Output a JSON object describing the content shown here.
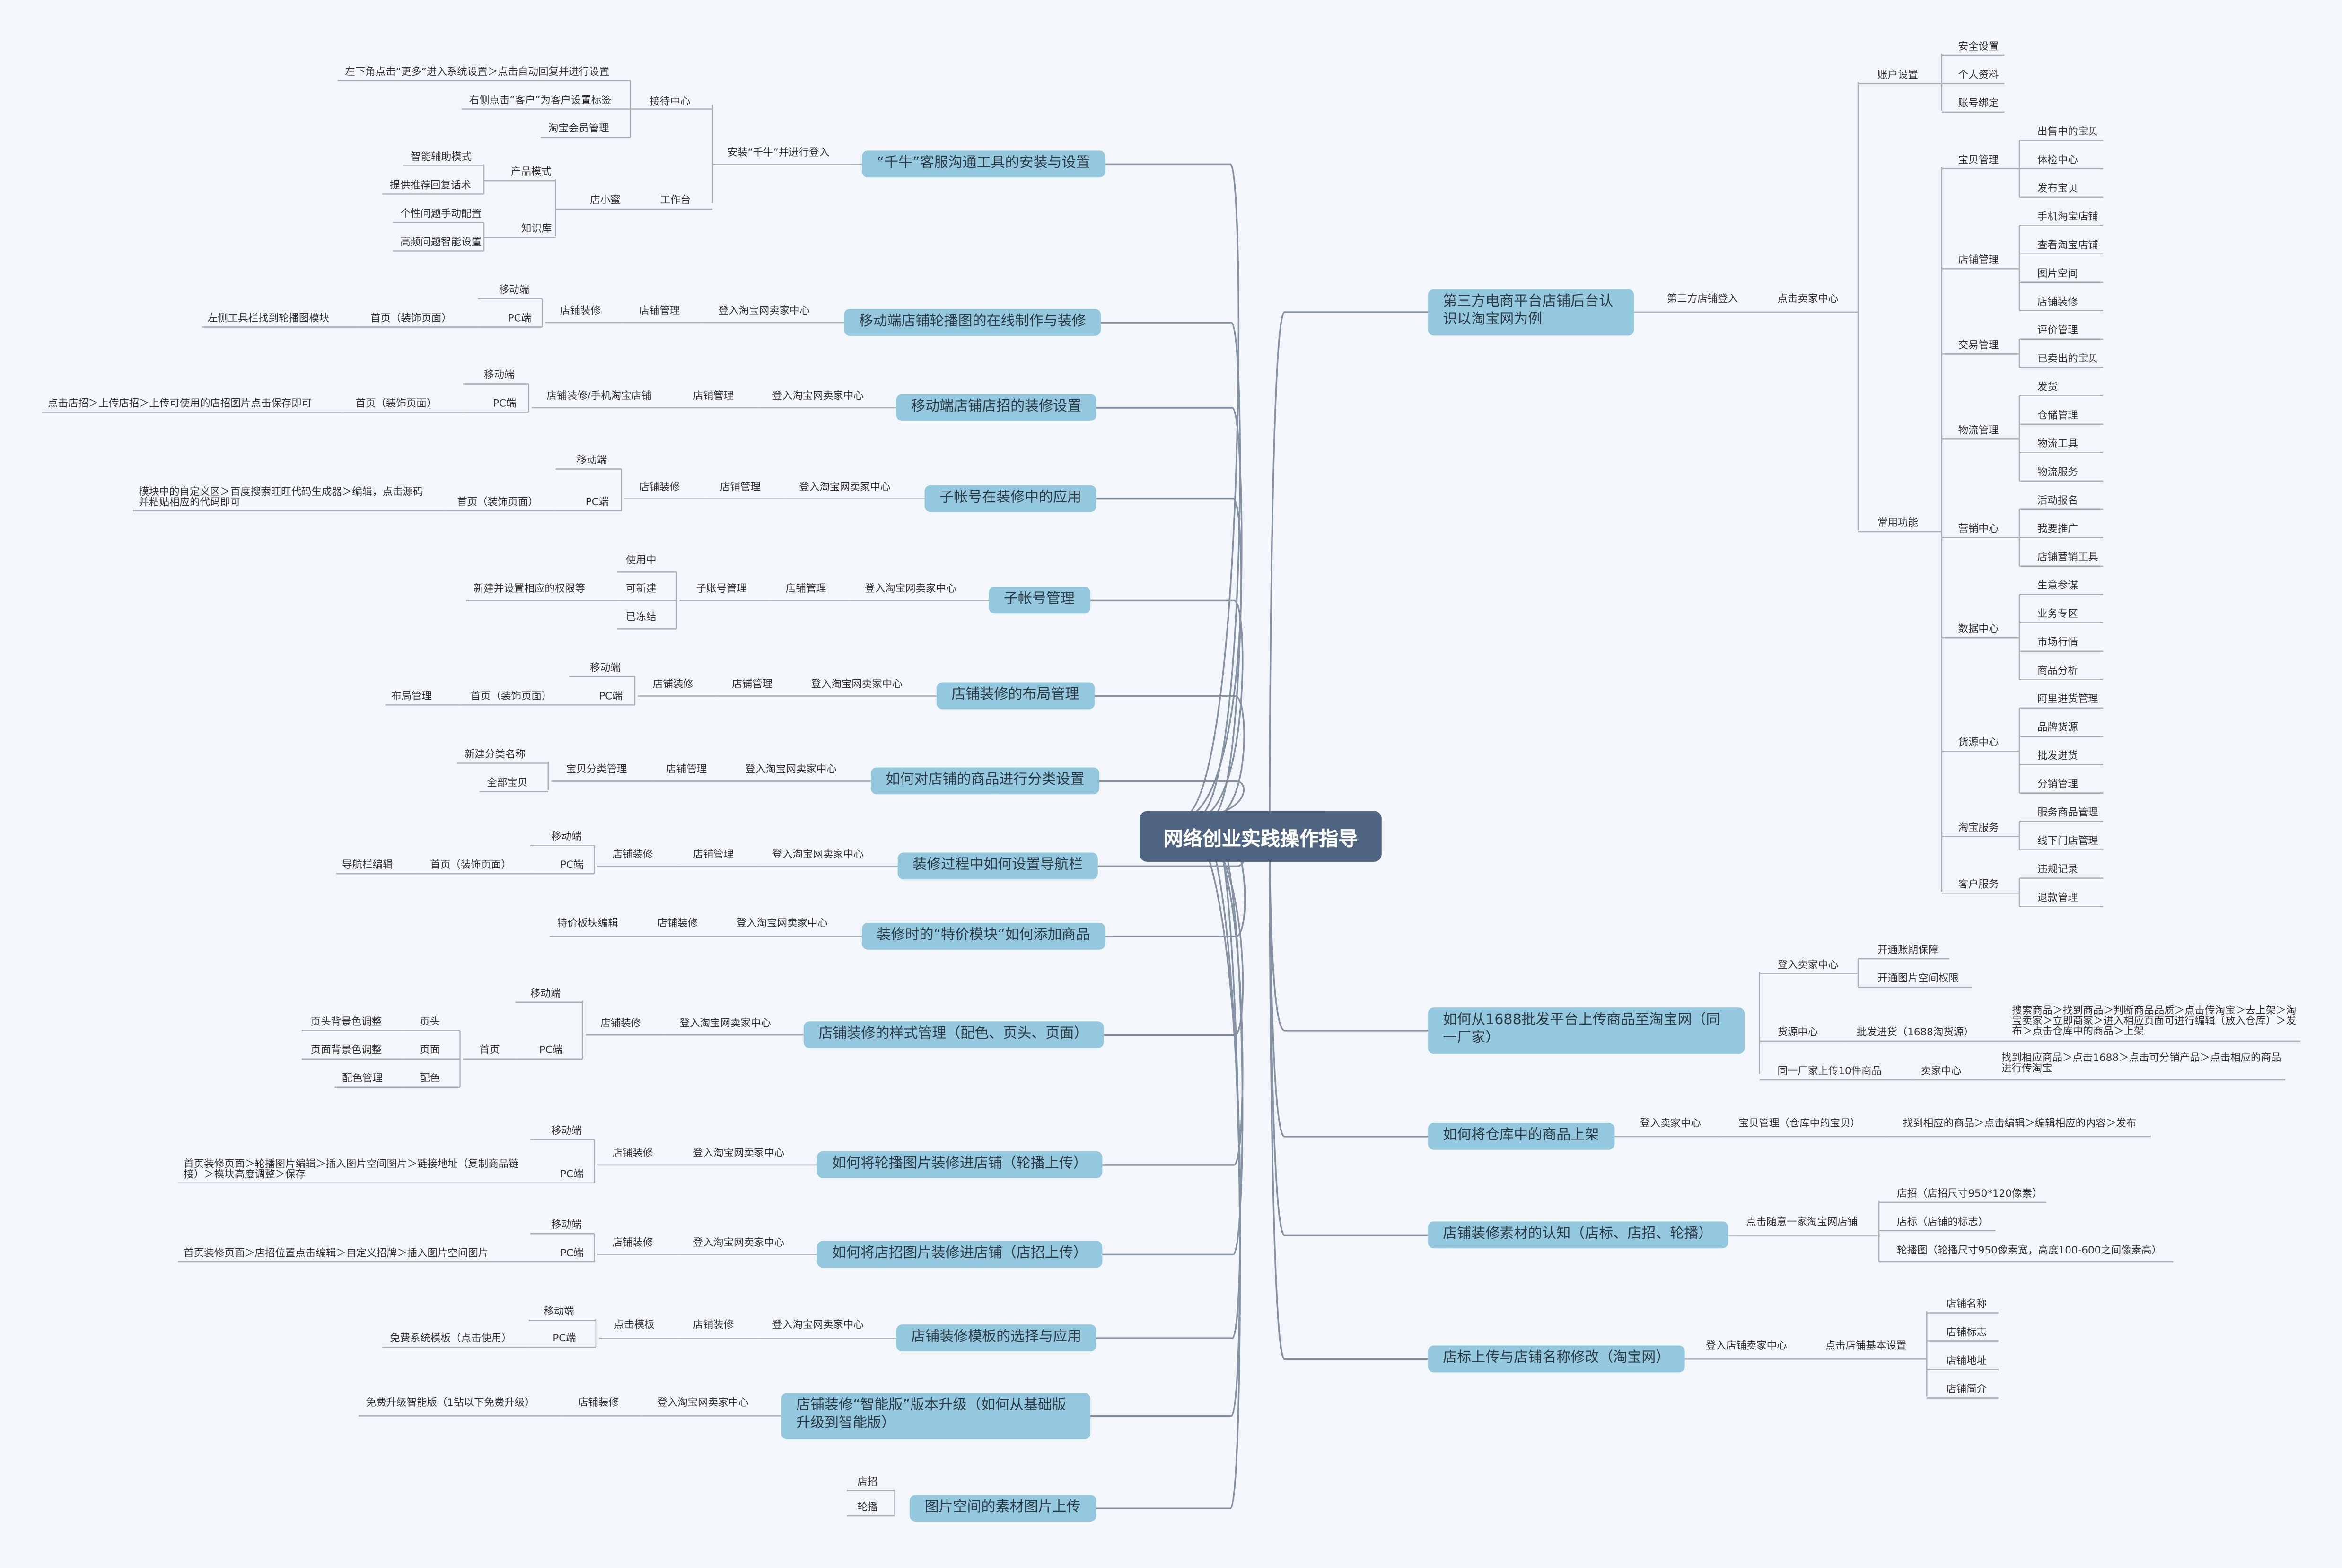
{
  "central_topic": "网络创业实践操作指导",
  "branches": {
    "qianniu": {
      "topic": "“千牛”客服沟通工具的安装与设置",
      "install": "安装“千牛”并进行登入",
      "reception": "接待中心",
      "r1": "左下角点击“更多”进入系统设置＞点击自动回复并进行设置",
      "r2": "右侧点击“客户”为客户设置标签",
      "r3": "淘宝会员管理",
      "workbench": "工作台",
      "xiaomi": "店小蜜",
      "mode": "产品模式",
      "m1": "智能辅助模式",
      "m2": "提供推荐回复话术",
      "kb": "知识库",
      "k1": "个性问题手动配置",
      "k2": "高频问题智能设置"
    },
    "mobile_carousel": {
      "topic": "移动端店铺轮播图的在线制作与装修",
      "login": "登入淘宝网卖家中心",
      "shop_mgmt": "店铺管理",
      "decor": "店铺装修",
      "mobile": "移动端",
      "pc": "PC端",
      "home": "首页（装饰页面）",
      "step": "左侧工具栏找到轮播图模块"
    },
    "mobile_sign": {
      "topic": "移动端店铺店招的装修设置",
      "login": "登入淘宝网卖家中心",
      "shop_mgmt": "店铺管理",
      "decor": "店铺装修/手机淘宝店铺",
      "mobile": "移动端",
      "pc": "PC端",
      "home": "首页（装饰页面）",
      "step": "点击店招＞上传店招＞上传可使用的店招图片点击保存即可"
    },
    "sub_account_app": {
      "topic": "子帐号在装修中的应用",
      "login": "登入淘宝网卖家中心",
      "shop_mgmt": "店铺管理",
      "decor": "店铺装修",
      "mobile": "移动端",
      "pc": "PC端",
      "home": "首页（装饰页面）",
      "step": "模块中的自定义区＞百度搜索旺旺代码生成器＞编辑，点击源码并粘贴相应的代码即可"
    },
    "sub_account_mgmt": {
      "topic": "子帐号管理",
      "login": "登入淘宝网卖家中心",
      "shop_mgmt": "店铺管理",
      "sub_mgmt": "子账号管理",
      "s1": "使用中",
      "s2": "可新建",
      "s3": "已冻结",
      "step": "新建并设置相应的权限等"
    },
    "layout": {
      "topic": "店铺装修的布局管理",
      "login": "登入淘宝网卖家中心",
      "shop_mgmt": "店铺管理",
      "decor": "店铺装修",
      "mobile": "移动端",
      "pc": "PC端",
      "home": "首页（装饰页面）",
      "step": "布局管理"
    },
    "category": {
      "topic": "如何对店铺的商品进行分类设置",
      "login": "登入淘宝网卖家中心",
      "shop_mgmt": "店铺管理",
      "cat_mgmt": "宝贝分类管理",
      "c1": "新建分类名称",
      "c2": "全部宝贝"
    },
    "navbar": {
      "topic": "装修过程中如何设置导航栏",
      "login": "登入淘宝网卖家中心",
      "shop_mgmt": "店铺管理",
      "decor": "店铺装修",
      "mobile": "移动端",
      "pc": "PC端",
      "home": "首页（装饰页面）",
      "step": "导航栏编辑"
    },
    "special": {
      "topic": "装修时的“特价模块”如何添加商品",
      "login": "登入淘宝网卖家中心",
      "decor": "店铺装修",
      "step": "特价板块编辑"
    },
    "style": {
      "topic": "店铺装修的样式管理（配色、页头、页面）",
      "login": "登入淘宝网卖家中心",
      "decor": "店铺装修",
      "mobile": "移动端",
      "pc": "PC端",
      "home": "首页",
      "header": "页头",
      "page": "页面",
      "color": "配色",
      "header_step": "页头背景色调整",
      "page_step": "页面背景色调整",
      "color_step": "配色管理"
    },
    "carousel_upload": {
      "topic": "如何将轮播图片装修进店铺（轮播上传）",
      "login": "登入淘宝网卖家中心",
      "decor": "店铺装修",
      "mobile": "移动端",
      "pc": "PC端",
      "step": "首页装修页面＞轮播图片编辑＞插入图片空间图片＞链接地址（复制商品链接）＞模块高度调整＞保存"
    },
    "sign_upload": {
      "topic": "如何将店招图片装修进店铺（店招上传）",
      "login": "登入淘宝网卖家中心",
      "decor": "店铺装修",
      "mobile": "移动端",
      "pc": "PC端",
      "step": "首页装修页面＞店招位置点击编辑＞自定义招牌＞插入图片空间图片"
    },
    "template": {
      "topic": "店铺装修模板的选择与应用",
      "login": "登入淘宝网卖家中心",
      "decor": "店铺装修",
      "click_tpl": "点击模板",
      "mobile": "移动端",
      "pc": "PC端",
      "step": "免费系统模板（点击使用）"
    },
    "smart": {
      "topic": "店铺装修“智能版”版本升级（如何从基础版升级到智能版）",
      "login": "登入淘宝网卖家中心",
      "decor": "店铺装修",
      "step": "免费升级智能版（1钻以下免费升级）"
    },
    "pictures": {
      "topic": "图片空间的素材图片上传",
      "p1": "店招",
      "p2": "轮播"
    },
    "backend": {
      "topic": "第三方电商平台店铺后台认识以淘宝网为例",
      "login": "第三方店铺登入",
      "seller": "点击卖家中心",
      "account": "账户设置",
      "a1": "安全设置",
      "a2": "个人资料",
      "a3": "账号绑定",
      "common": "常用功能",
      "groups": [
        {
          "name": "宝贝管理",
          "items": [
            "出售中的宝贝",
            "体检中心",
            "发布宝贝"
          ]
        },
        {
          "name": "店铺管理",
          "items": [
            "手机淘宝店铺",
            "查看淘宝店铺",
            "图片空间",
            "店铺装修"
          ]
        },
        {
          "name": "交易管理",
          "items": [
            "评价管理",
            "已卖出的宝贝"
          ]
        },
        {
          "name": "物流管理",
          "items": [
            "发货",
            "仓储管理",
            "物流工具",
            "物流服务"
          ]
        },
        {
          "name": "营销中心",
          "items": [
            "活动报名",
            "我要推广",
            "店铺营销工具"
          ]
        },
        {
          "name": "数据中心",
          "items": [
            "生意参谋",
            "业务专区",
            "市场行情",
            "商品分析"
          ]
        },
        {
          "name": "货源中心",
          "items": [
            "阿里进货管理",
            "品牌货源",
            "批发进货",
            "分销管理"
          ]
        },
        {
          "name": "淘宝服务",
          "items": [
            "服务商品管理",
            "线下门店管理"
          ]
        },
        {
          "name": "客户服务",
          "items": [
            "违规记录",
            "退款管理"
          ]
        }
      ]
    },
    "upload1688": {
      "topic": "如何从1688批发平台上传商品至淘宝网（同一厂家）",
      "seller": "登入卖家中心",
      "s1": "开通账期保障",
      "s2": "开通图片空间权限",
      "source": "货源中心",
      "wholesale": "批发进货（1688淘货源）",
      "source_step": "搜索商品＞找到商品＞判断商品品质＞点击传淘宝＞去上架＞淘宝卖家＞立即商家＞进入相应页面可进行编辑（放入仓库）＞发布＞点击仓库中的商品＞上架",
      "same": "同一厂家上传10件商品",
      "seller_center": "卖家中心",
      "same_step": "找到相应商品＞点击1688＞点击可分销产品＞点击相应的商品进行传淘宝"
    },
    "warehouse": {
      "topic": "如何将仓库中的商品上架",
      "seller": "登入卖家中心",
      "baby": "宝贝管理（仓库中的宝贝）",
      "step": "找到相应的商品＞点击编辑＞编辑相应的内容＞发布"
    },
    "material": {
      "topic": "店铺装修素材的认知（店标、店招、轮播）",
      "visit": "点击随意一家淘宝网店铺",
      "m1": "店招（店招尺寸950*120像素）",
      "m2": "店标（店铺的标志）",
      "m3": "轮播图（轮播尺寸950像素宽，高度100-600之间像素高）"
    },
    "shopname": {
      "topic": "店标上传与店铺名称修改（淘宝网）",
      "login": "登入店铺卖家中心",
      "settings": "点击店铺基本设置",
      "i1": "店铺名称",
      "i2": "店铺标志",
      "i3": "店铺地址",
      "i4": "店铺简介"
    }
  },
  "colors": {
    "background": "#f3f7fb",
    "central_fill": "#4f6582",
    "topic_fill": "#94c8de",
    "main_line": "#8592a3",
    "sub_line": "#a8b0ba"
  }
}
